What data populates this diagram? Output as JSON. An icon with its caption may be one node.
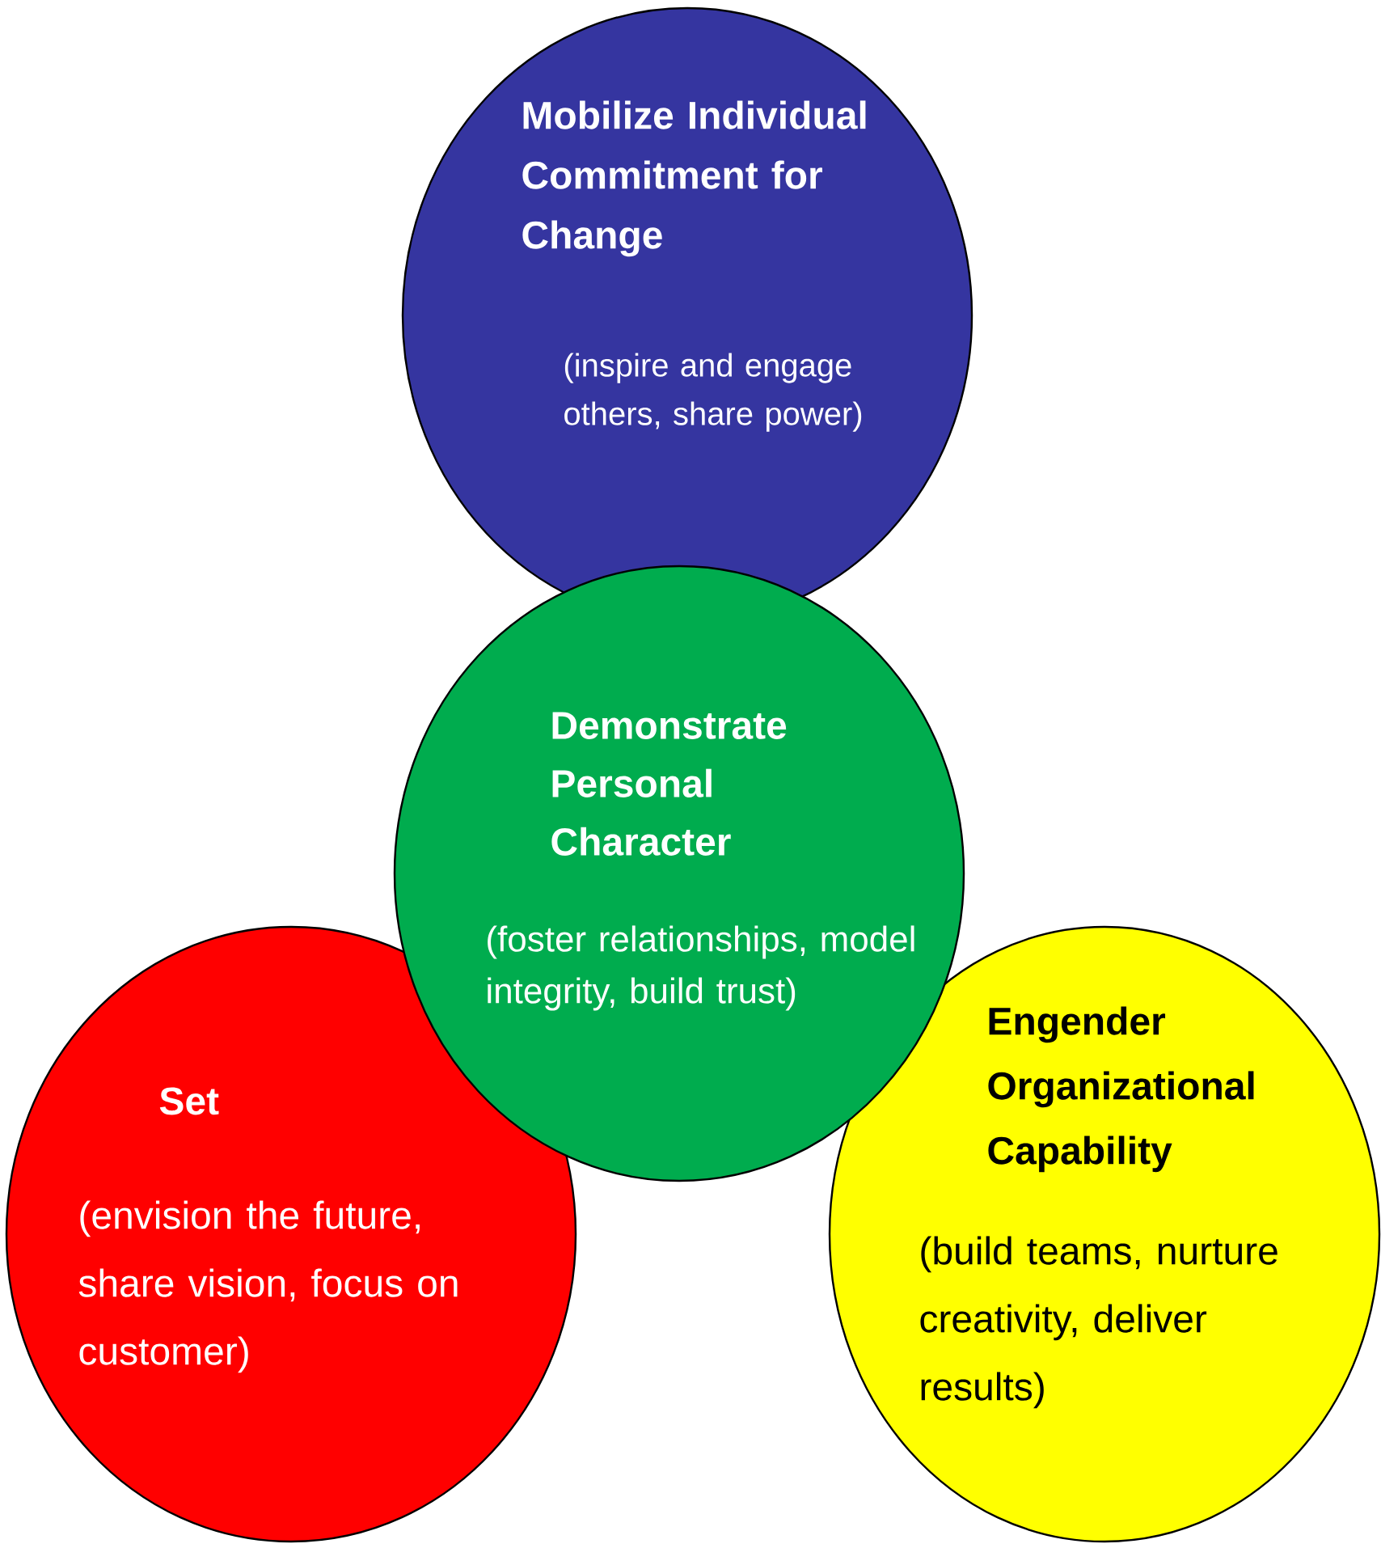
{
  "diagram": {
    "nodes": [
      {
        "text": [
          "Mobilize Individual Commitment for Change",
          "(inspire and engage others, share power)"
        ]
      },
      {
        "text": [
          "Demonstrate Personal Character",
          "(foster relationships, model integrity, build trust)"
        ]
      },
      {
        "text": [
          "Set",
          "(envision the future, share vision, focus on customer)"
        ]
      },
      {
        "text": [
          "Engender Organizational Capability",
          "(build teams, nurture creativity, deliver results)"
        ]
      }
    ]
  }
}
